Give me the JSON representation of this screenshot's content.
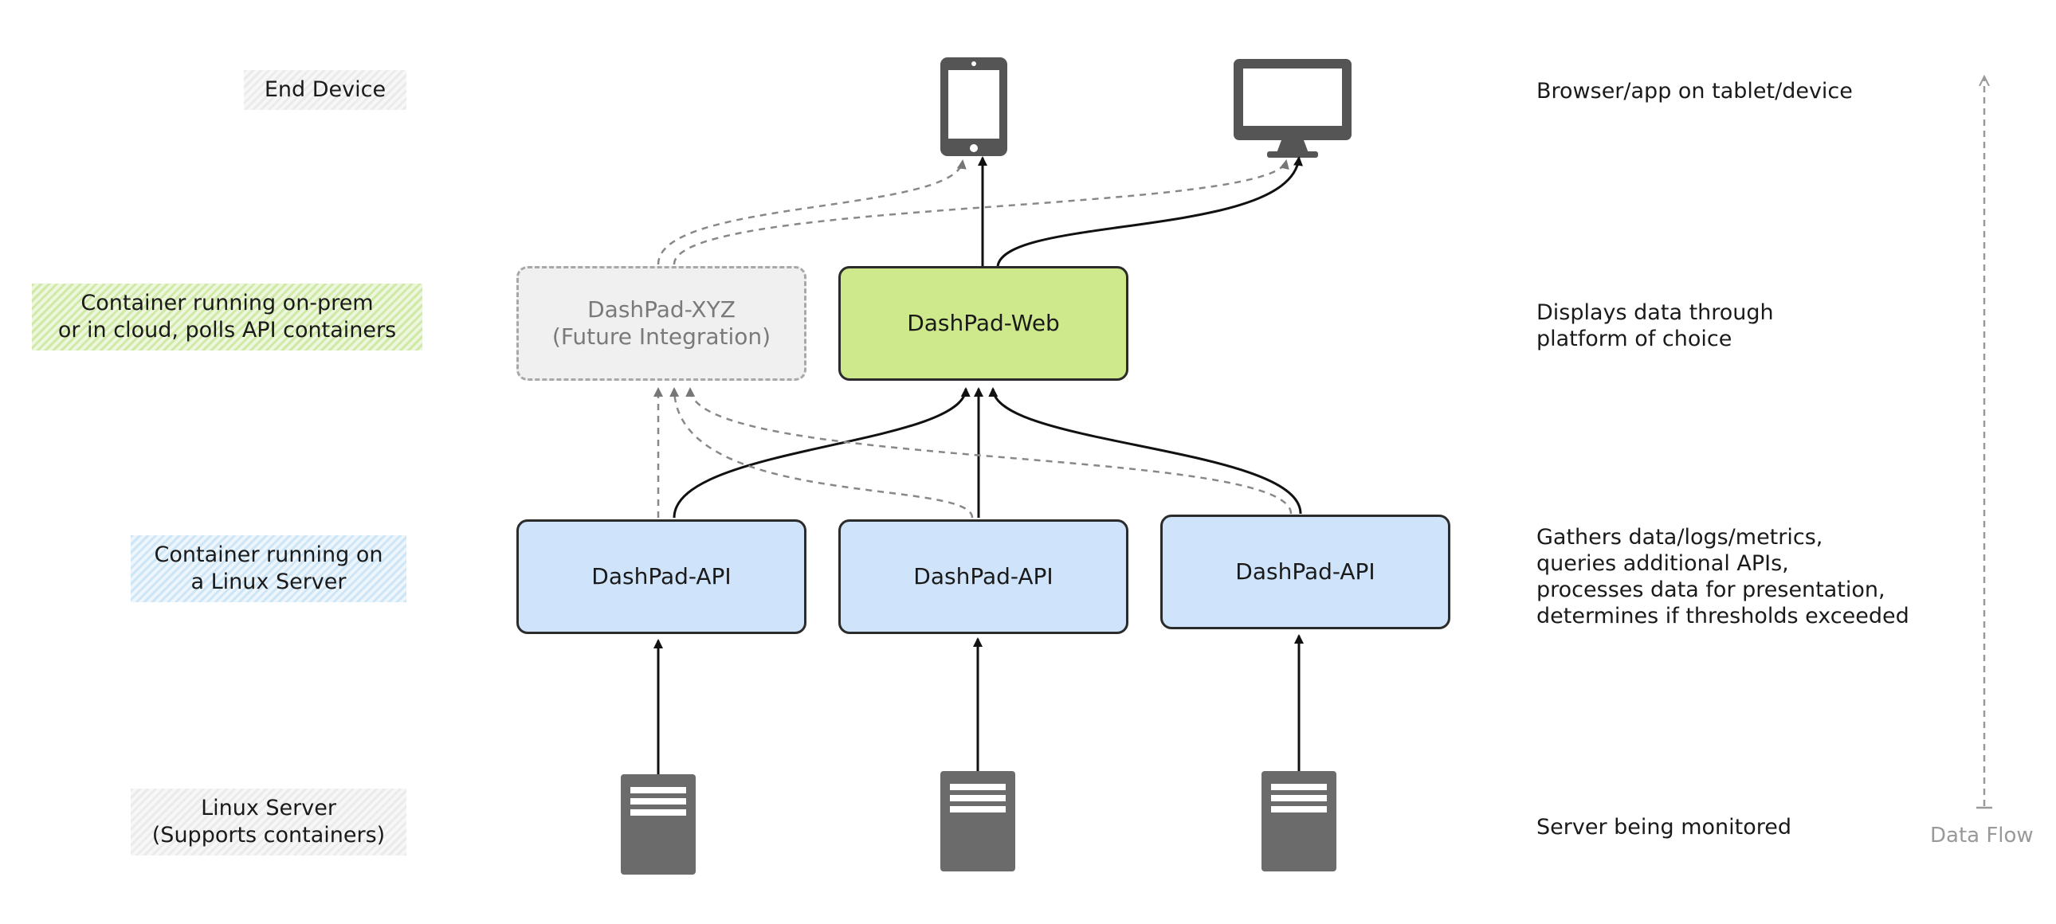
{
  "layers": {
    "end_device": [
      "End Device"
    ],
    "container": [
      "Container running on-prem",
      "or in cloud, polls API containers"
    ],
    "api_container": [
      "Container running on",
      "a Linux Server"
    ],
    "linux_server": [
      "Linux Server",
      "(Supports containers)"
    ]
  },
  "nodes": {
    "xyz": [
      "DashPad-XYZ",
      "(Future Integration)"
    ],
    "web": "DashPad-Web",
    "api1": "DashPad-API",
    "api2": "DashPad-API",
    "api3": "DashPad-API"
  },
  "descriptions": {
    "end_device": [
      "Browser/app on tablet/device"
    ],
    "container": [
      "Displays data through",
      "platform of choice"
    ],
    "api_container": [
      "Gathers data/logs/metrics,",
      "queries additional APIs,",
      "processes data for presentation,",
      "determines if thresholds exceeded"
    ],
    "linux_server": [
      "Server being monitored"
    ]
  },
  "data_flow_label": "Data Flow",
  "icons": [
    "tablet-icon",
    "monitor-icon",
    "server-icon"
  ],
  "colors": {
    "api_fill": "#cfe4fa",
    "web_fill": "#cde98c",
    "xyz_fill": "#f0f0f0",
    "device_gray": "#555555",
    "server_gray": "#6b6b6b"
  }
}
